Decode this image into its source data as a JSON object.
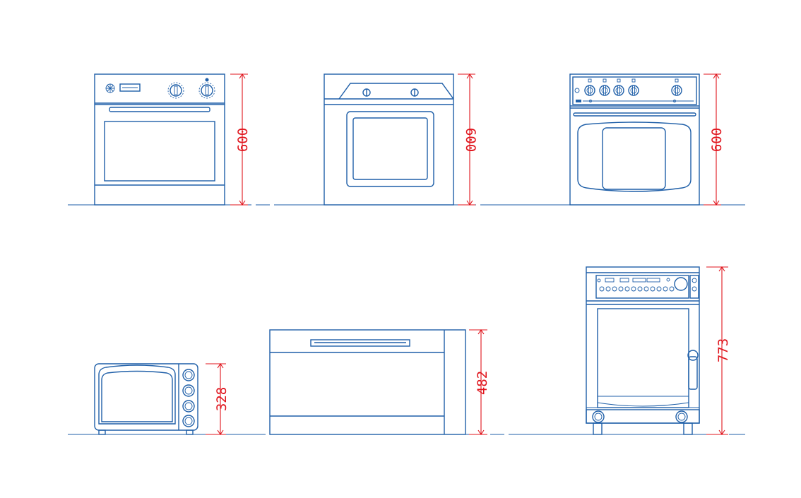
{
  "colors": {
    "outline": "#1f5fa8",
    "dimension": "#e0141c",
    "background": "#ffffff"
  },
  "appliances": [
    {
      "id": "oven-1",
      "dimension_label": "600"
    },
    {
      "id": "oven-2",
      "dimension_label": "600"
    },
    {
      "id": "oven-3",
      "dimension_label": "600"
    },
    {
      "id": "toaster-oven",
      "dimension_label": "328"
    },
    {
      "id": "drawer-oven",
      "dimension_label": "482"
    },
    {
      "id": "range-cooker",
      "dimension_label": "773"
    }
  ]
}
